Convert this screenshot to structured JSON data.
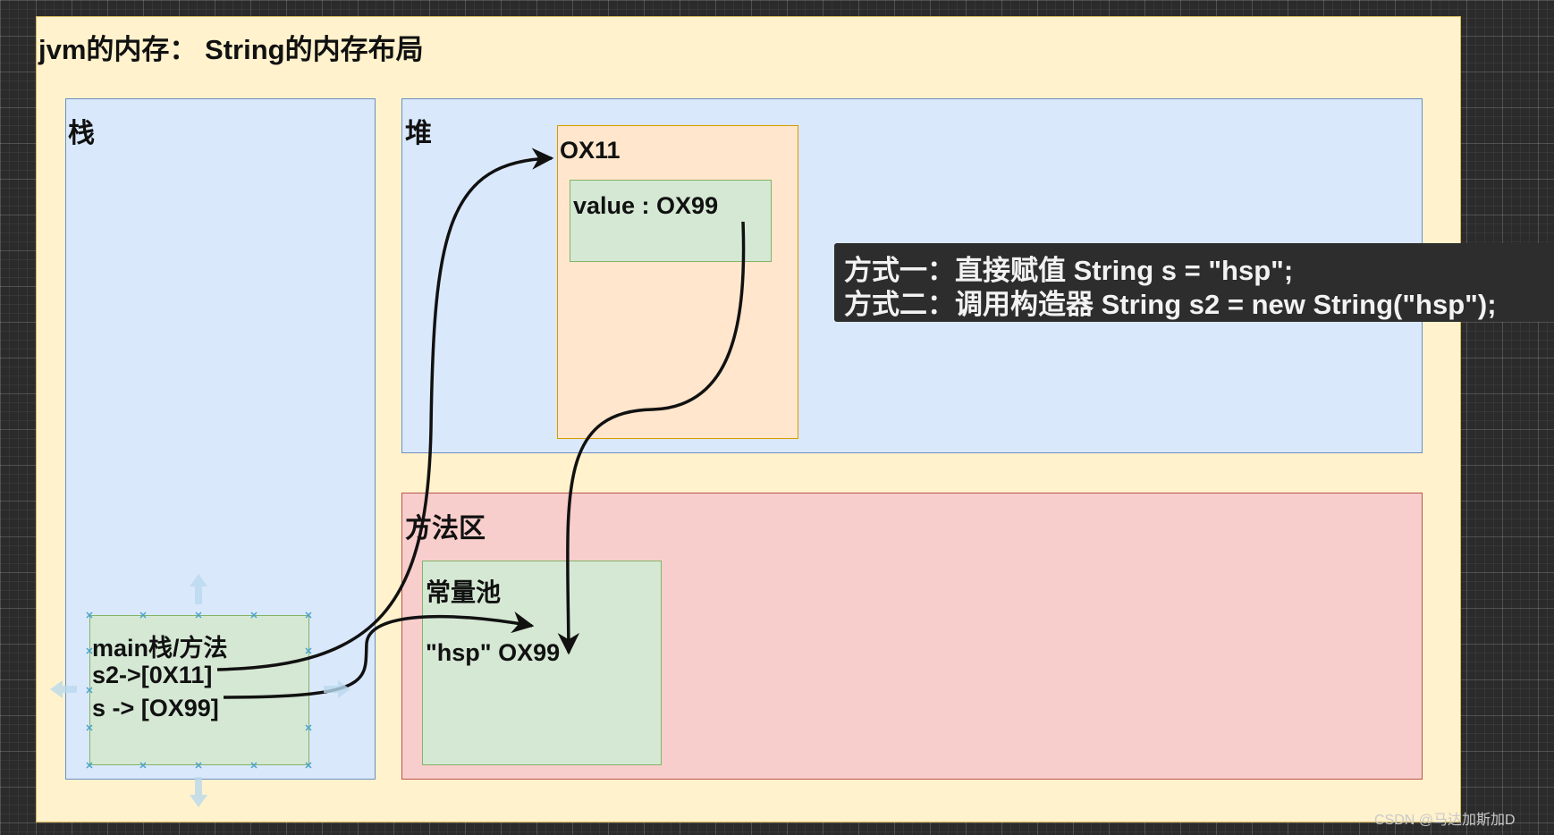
{
  "title": "jvm的内存： String的内存布局",
  "areas": {
    "stack": "栈",
    "heap": "堆",
    "method_area": "方法区"
  },
  "heap_object": {
    "address": "OX11",
    "field": "value : OX99"
  },
  "constant_pool": {
    "label": "常量池",
    "entry": "\"hsp\" OX99"
  },
  "stack_frame": {
    "lines": [
      "main栈/方法",
      "s2->[0X11]",
      "s -> [OX99]"
    ]
  },
  "note": {
    "line1": "方式一：直接赋值 String s = \"hsp\";",
    "line2": "方式二：调用构造器 String s2 = new String(\"hsp\");"
  },
  "watermark": "CSDN @马达加斯加D",
  "colors": {
    "canvas": "#fff2cc",
    "stack_heap": "#dae8fc",
    "method_area": "#f8cecc",
    "object": "#ffe6cc",
    "green_box": "#d5e8d4",
    "note_bg": "#2d2d2d"
  }
}
